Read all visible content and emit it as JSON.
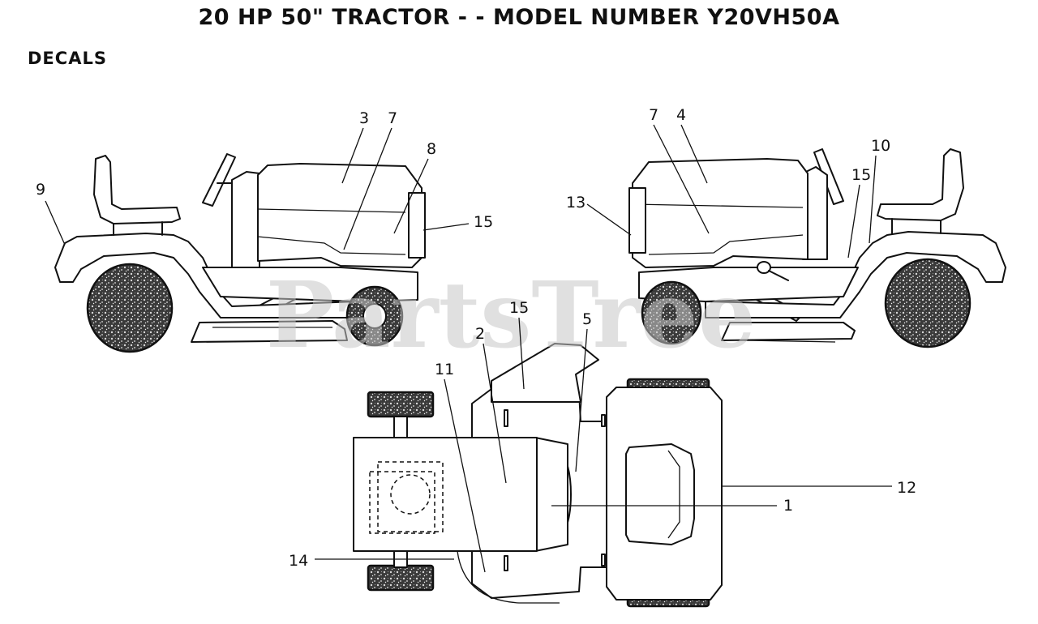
{
  "title": "20 HP 50\" TRACTOR - - MODEL NUMBER Y20VH50A",
  "section": "DECALS",
  "watermark": "PartsTree",
  "views": [
    "left-side-view",
    "right-side-view",
    "top-view"
  ],
  "callouts": {
    "left_view": [
      {
        "num": "3",
        "part": "decal-3"
      },
      {
        "num": "7",
        "part": "decal-7"
      },
      {
        "num": "8",
        "part": "decal-8"
      },
      {
        "num": "9",
        "part": "decal-9"
      },
      {
        "num": "15",
        "part": "decal-15"
      }
    ],
    "right_view": [
      {
        "num": "7",
        "part": "decal-7"
      },
      {
        "num": "4",
        "part": "decal-4"
      },
      {
        "num": "10",
        "part": "decal-10"
      },
      {
        "num": "15",
        "part": "decal-15"
      },
      {
        "num": "13",
        "part": "decal-13"
      }
    ],
    "top_view": [
      {
        "num": "15",
        "part": "decal-15"
      },
      {
        "num": "2",
        "part": "decal-2"
      },
      {
        "num": "5",
        "part": "decal-5"
      },
      {
        "num": "11",
        "part": "decal-11"
      },
      {
        "num": "12",
        "part": "decal-12"
      },
      {
        "num": "1",
        "part": "decal-1"
      },
      {
        "num": "14",
        "part": "decal-14"
      }
    ]
  }
}
